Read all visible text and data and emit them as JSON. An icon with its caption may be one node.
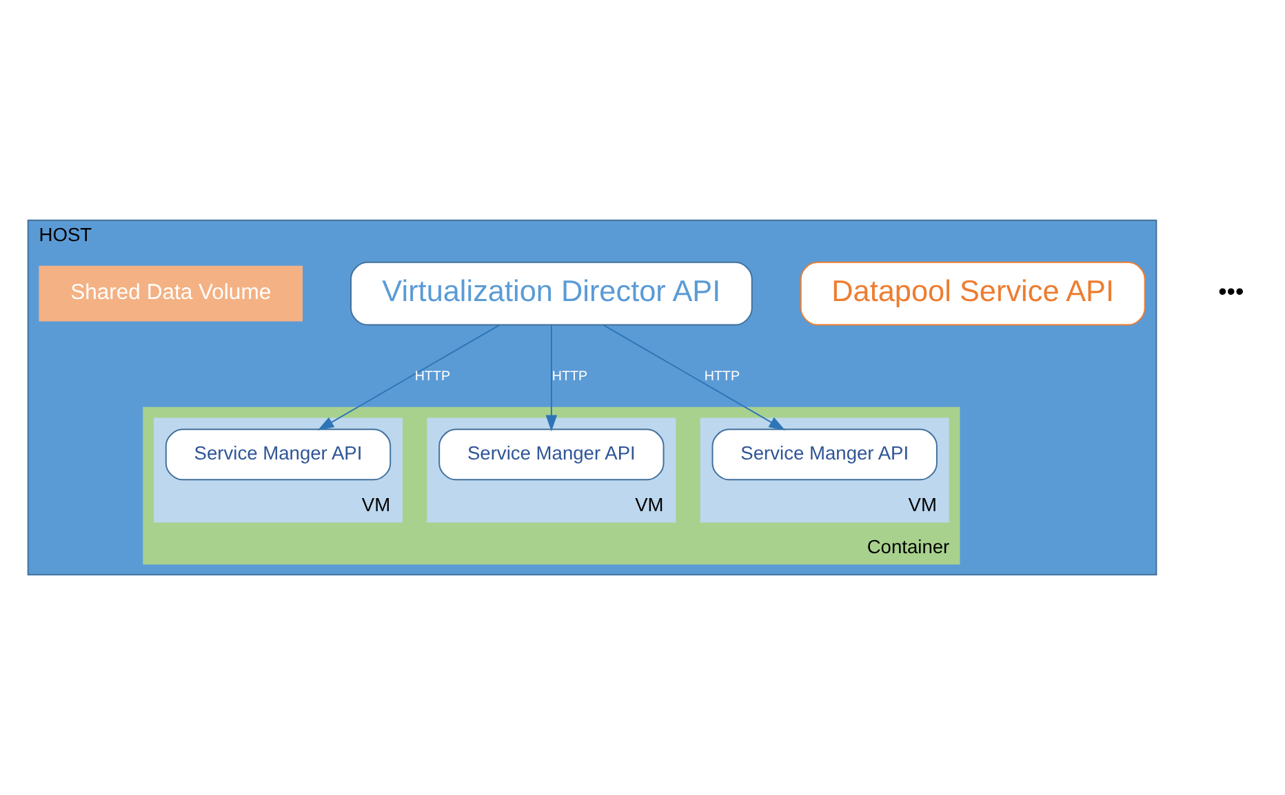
{
  "diagram": {
    "nodes": [
      {
        "text": [
          "HOST"
        ]
      },
      {
        "text": [
          "Datapool Service API"
        ],
        "in": 0
      },
      {
        "text": [
          "Virtualization Director API"
        ],
        "in": 0
      },
      {
        "text": [
          "Shared Data Volume"
        ],
        "in": 0
      },
      {
        "text": [
          "Container"
        ],
        "in": 0
      },
      {
        "text": [
          "VM"
        ],
        "in": 4
      },
      {
        "text": [
          "Service Manger API"
        ],
        "in": 5
      },
      {
        "text": [
          "VM"
        ],
        "in": 4
      },
      {
        "text": [
          "Service Manger API"
        ],
        "in": 7
      },
      {
        "text": [
          "VM"
        ],
        "in": 4
      },
      {
        "text": [
          "Service Manger API"
        ],
        "in": 9
      }
    ],
    "edges": [
      {
        "from": 2,
        "to": 6,
        "arrow": "to",
        "label": "HTTP"
      },
      {
        "from": 2,
        "to": 8,
        "arrow": "to",
        "label": "HTTP"
      },
      {
        "from": 2,
        "to": 10,
        "arrow": "to",
        "label": "HTTP"
      }
    ],
    "labels": [
      "•••"
    ]
  }
}
